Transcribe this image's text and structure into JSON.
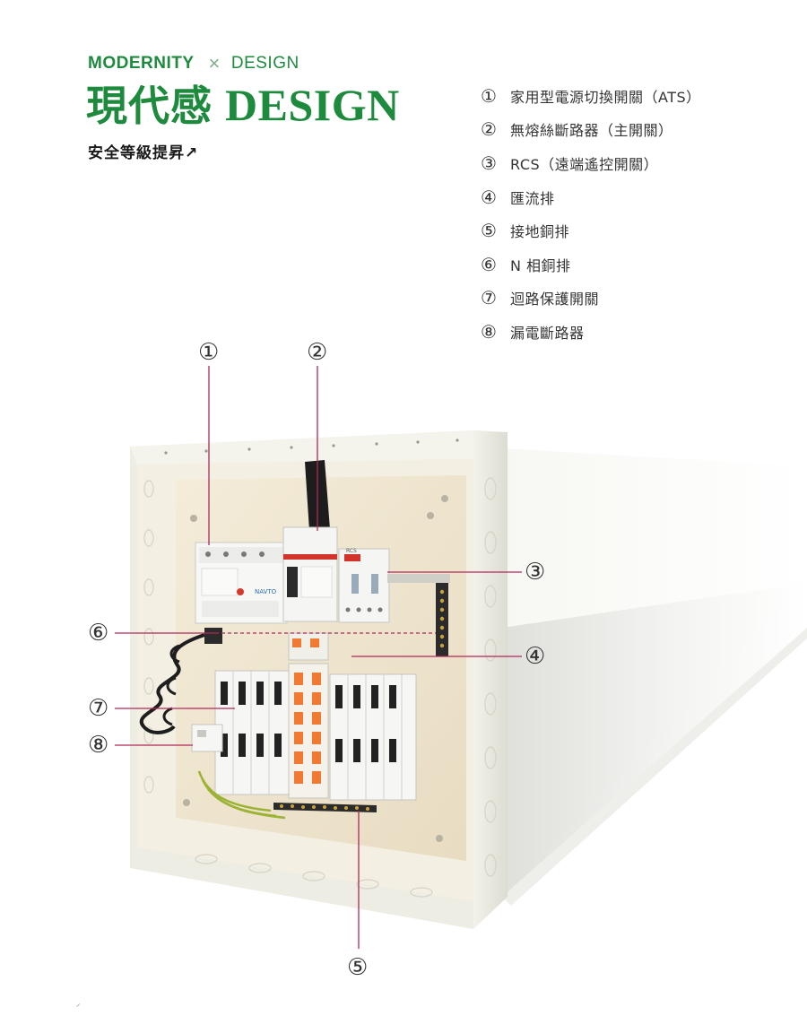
{
  "header": {
    "brand_left": "MODERNITY",
    "brand_cross": "×",
    "brand_right": "DESIGN",
    "title_cjk": "現代感",
    "title_latin": "DESIGN",
    "subtitle": "安全等級提昇↗"
  },
  "legend": {
    "items": [
      {
        "num": "①",
        "label": "家用型電源切換開關（ATS）"
      },
      {
        "num": "②",
        "label": "無熔絲斷路器（主開關）"
      },
      {
        "num": "③",
        "label": "RCS（遠端遙控開關）"
      },
      {
        "num": "④",
        "label": "匯流排"
      },
      {
        "num": "⑤",
        "label": "接地銅排"
      },
      {
        "num": "⑥",
        "label": "N 相銅排"
      },
      {
        "num": "⑦",
        "label": "迴路保護開關"
      },
      {
        "num": "⑧",
        "label": "漏電斷路器"
      }
    ]
  },
  "callouts": {
    "c1": "①",
    "c2": "②",
    "c3": "③",
    "c4": "④",
    "c5": "⑤",
    "c6": "⑥",
    "c7": "⑦",
    "c8": "⑧"
  },
  "panel_text": {
    "ats_brand": "NAVTO",
    "rcs_label": "RCS"
  },
  "footer_mark": "⸝",
  "colors": {
    "brand_green": "#1e8a3e",
    "callout_line": "#b0285a",
    "box_beige": "#efe6d2",
    "box_frame": "#ecebe2",
    "breaker_orange": "#f07a32"
  }
}
